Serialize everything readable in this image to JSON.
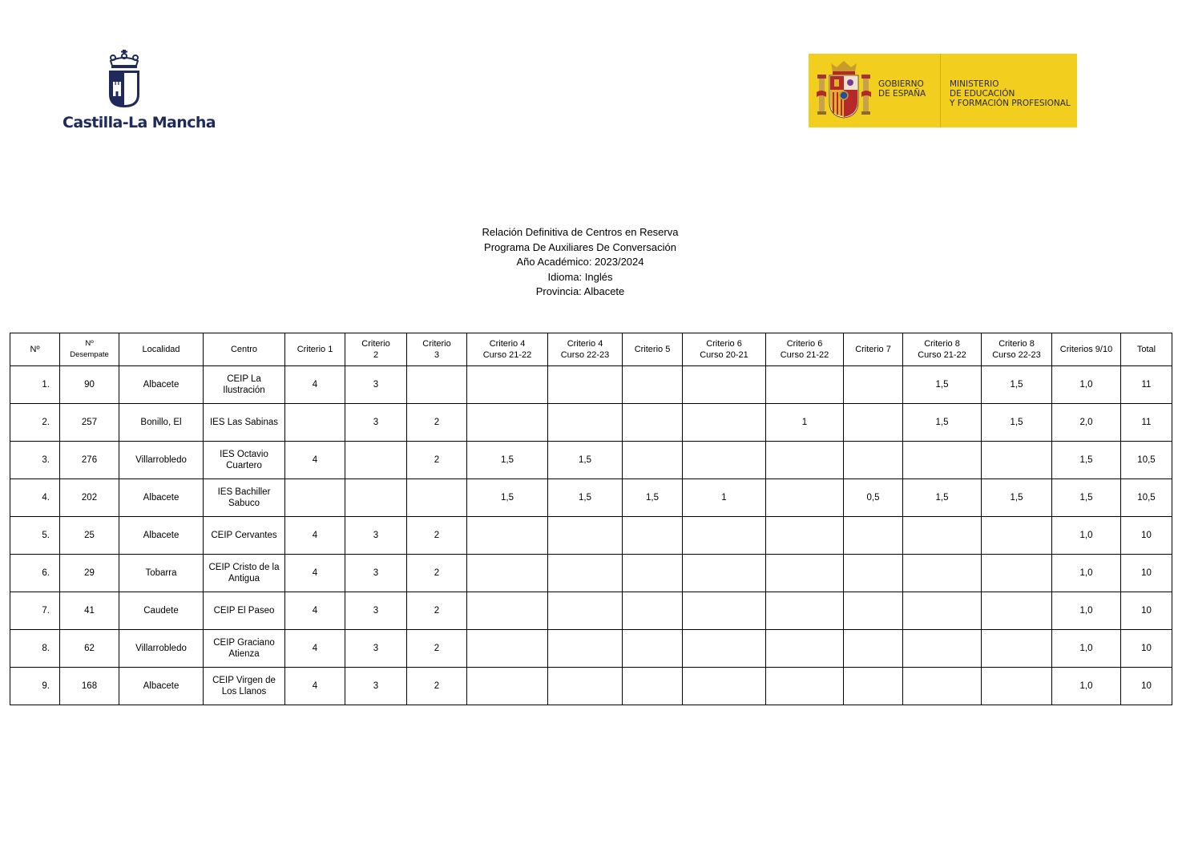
{
  "logos": {
    "clm": {
      "text": "Castilla-La Mancha",
      "icon": "castilla-la-mancha-emblem",
      "color": "#1f2a5c"
    },
    "gobierno": {
      "line1": [
        "GOBIERNO",
        "DE ESPAÑA"
      ],
      "line2": [
        "MINISTERIO",
        "DE EDUCACIÓN",
        "Y FORMACIÓN PROFESIONAL"
      ],
      "icon": "spain-coat-of-arms",
      "background": "#f2ce1f"
    }
  },
  "heading": {
    "line1": "Relación Definitiva de Centros en Reserva",
    "line2": "Programa De Auxiliares De Conversación",
    "line3": "Año Académico: 2023/2024",
    "line4": "Idioma: Inglés",
    "line5": "Provincia: Albacete"
  },
  "table": {
    "headers": [
      [
        "Nº"
      ],
      [
        "Nº",
        "Desempate"
      ],
      [
        "Localidad"
      ],
      [
        "Centro"
      ],
      [
        "Criterio 1"
      ],
      [
        "Criterio",
        "2"
      ],
      [
        "Criterio",
        "3"
      ],
      [
        "Criterio 4",
        "Curso 21-22"
      ],
      [
        "Criterio 4",
        "Curso 22-23"
      ],
      [
        "Criterio 5"
      ],
      [
        "Criterio 6",
        "Curso 20-21"
      ],
      [
        "Criterio 6",
        "Curso 21-22"
      ],
      [
        "Criterio 7"
      ],
      [
        "Criterio 8",
        "Curso 21-22"
      ],
      [
        "Criterio 8",
        "Curso 22-23"
      ],
      [
        "Criterios 9/10"
      ],
      [
        "Total"
      ]
    ],
    "rows": [
      [
        "1.",
        "90",
        "Albacete",
        "CEIP La Ilustración",
        "4",
        "3",
        "",
        "",
        "",
        "",
        "",
        "",
        "",
        "1,5",
        "1,5",
        "1,0",
        "11"
      ],
      [
        "2.",
        "257",
        "Bonillo, El",
        "IES Las Sabinas",
        "",
        "3",
        "2",
        "",
        "",
        "",
        "",
        "1",
        "",
        "1,5",
        "1,5",
        "2,0",
        "11"
      ],
      [
        "3.",
        "276",
        "Villarrobledo",
        "IES Octavio Cuartero",
        "4",
        "",
        "2",
        "1,5",
        "1,5",
        "",
        "",
        "",
        "",
        "",
        "",
        "1,5",
        "10,5"
      ],
      [
        "4.",
        "202",
        "Albacete",
        "IES Bachiller Sabuco",
        "",
        "",
        "",
        "1,5",
        "1,5",
        "1,5",
        "1",
        "",
        "0,5",
        "1,5",
        "1,5",
        "1,5",
        "10,5"
      ],
      [
        "5.",
        "25",
        "Albacete",
        "CEIP Cervantes",
        "4",
        "3",
        "2",
        "",
        "",
        "",
        "",
        "",
        "",
        "",
        "",
        "1,0",
        "10"
      ],
      [
        "6.",
        "29",
        "Tobarra",
        "CEIP Cristo de la Antigua",
        "4",
        "3",
        "2",
        "",
        "",
        "",
        "",
        "",
        "",
        "",
        "",
        "1,0",
        "10"
      ],
      [
        "7.",
        "41",
        "Caudete",
        "CEIP El Paseo",
        "4",
        "3",
        "2",
        "",
        "",
        "",
        "",
        "",
        "",
        "",
        "",
        "1,0",
        "10"
      ],
      [
        "8.",
        "62",
        "Villarrobledo",
        "CEIP Graciano Atienza",
        "4",
        "3",
        "2",
        "",
        "",
        "",
        "",
        "",
        "",
        "",
        "",
        "1,0",
        "10"
      ],
      [
        "9.",
        "168",
        "Albacete",
        "CEIP Virgen de Los Llanos",
        "4",
        "3",
        "2",
        "",
        "",
        "",
        "",
        "",
        "",
        "",
        "",
        "1,0",
        "10"
      ]
    ]
  }
}
